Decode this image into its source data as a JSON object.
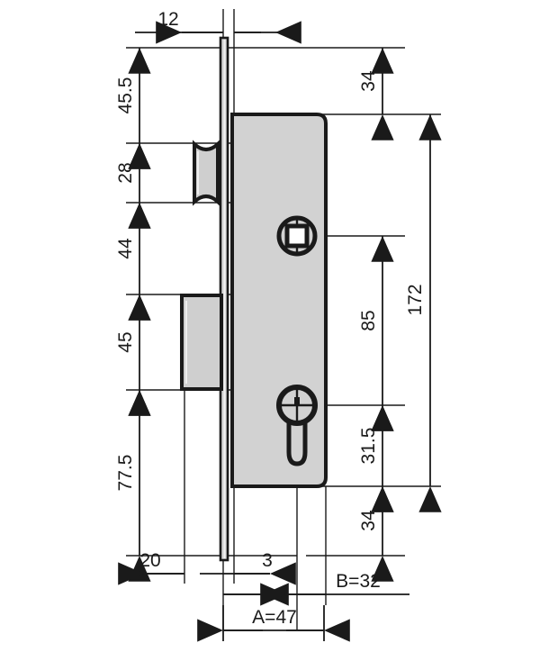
{
  "drawing": {
    "title": "mortise-lock-side-elevation",
    "units": "mm",
    "line_color": "#1a1a1a",
    "body_fill": "#d2d2d2",
    "bolt_fill": "#cccccc",
    "background": "#ffffff"
  },
  "dimensions": {
    "faceplate_width": "12",
    "latch_top_offset": "45.5",
    "latch_height": "28",
    "latch_to_deadbolt": "44",
    "deadbolt_height": "45",
    "deadbolt_to_bottom": "77.5",
    "backset_left": "20",
    "faceplate_thickness": "3",
    "case_top_offset": "34",
    "spindle_to_cylinder": "85",
    "case_height": "172",
    "cylinder_to_case_bottom": "31.5",
    "case_bottom_offset": "34",
    "backset_b": "B=32",
    "overall_a": "A=47"
  },
  "features": {
    "faceplate": "faceplate-strip",
    "latch_bolt": "latch-bolt",
    "dead_bolt": "dead-bolt",
    "lock_case": "lock-case-body",
    "spindle_hole": "square-spindle-hole",
    "cylinder_hole": "euro-profile-cylinder-hole"
  }
}
